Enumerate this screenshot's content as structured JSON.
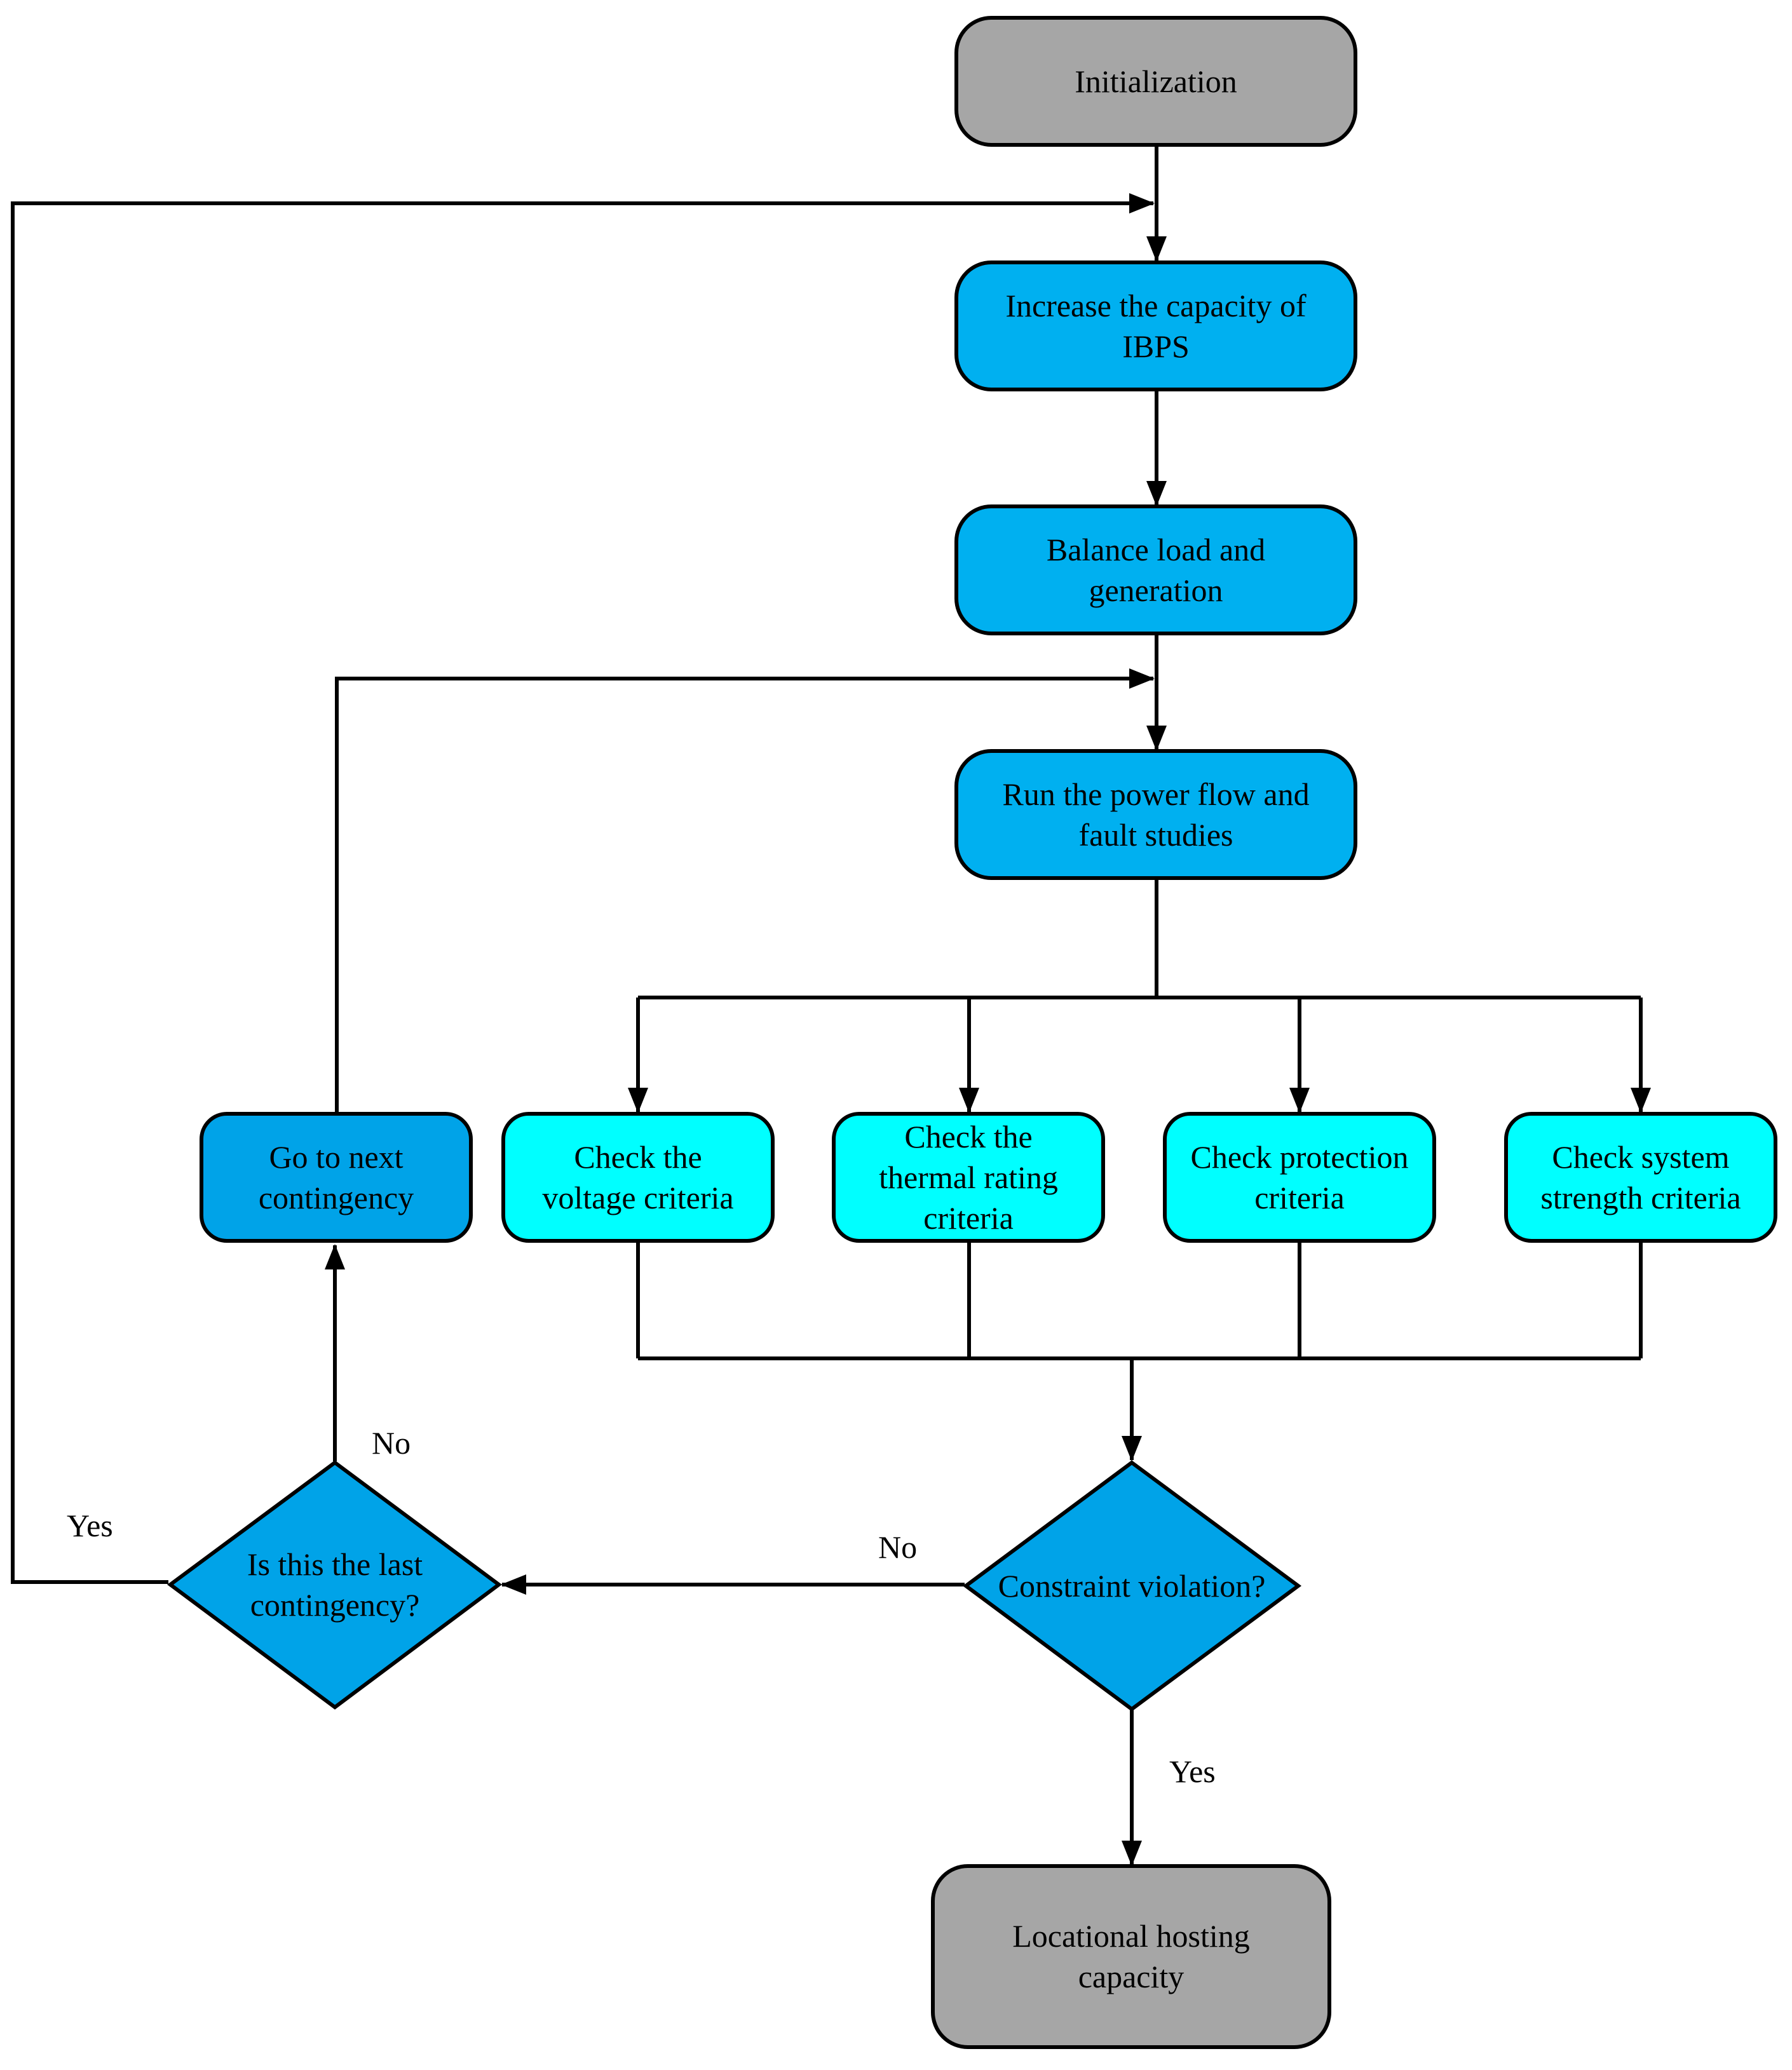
{
  "nodes": {
    "initialization": {
      "lines": [
        "Initialization"
      ],
      "color": "#a6a6a6"
    },
    "increase": {
      "lines": [
        "Increase the capacity of",
        "IBPS"
      ],
      "color": "#00b0f0"
    },
    "balance": {
      "lines": [
        "Balance load and",
        "generation"
      ],
      "color": "#00b0f0"
    },
    "run": {
      "lines": [
        "Run the power flow and",
        "fault studies"
      ],
      "color": "#00b0f0"
    },
    "next": {
      "lines": [
        "Go to next",
        "contingency"
      ],
      "color": "#00a3e8"
    },
    "voltage": {
      "lines": [
        "Check the",
        "voltage criteria"
      ],
      "color": "#00ffff"
    },
    "thermal": {
      "lines": [
        "Check the",
        "thermal rating",
        "criteria"
      ],
      "color": "#00ffff"
    },
    "protection": {
      "lines": [
        "Check protection",
        "criteria"
      ],
      "color": "#00ffff"
    },
    "strength": {
      "lines": [
        "Check system",
        "strength criteria"
      ],
      "color": "#00ffff"
    },
    "violation": {
      "lines": [
        "Constraint violation?"
      ],
      "color": "#00a3e8"
    },
    "last": {
      "lines": [
        "Is this the last",
        "contingency?"
      ],
      "color": "#00a3e8"
    },
    "hosting": {
      "lines": [
        "Locational hosting",
        "capacity"
      ],
      "color": "#a6a6a6"
    }
  },
  "edge_labels": {
    "last_yes": "Yes",
    "last_no": "No",
    "violation_no": "No",
    "violation_yes": "Yes"
  }
}
